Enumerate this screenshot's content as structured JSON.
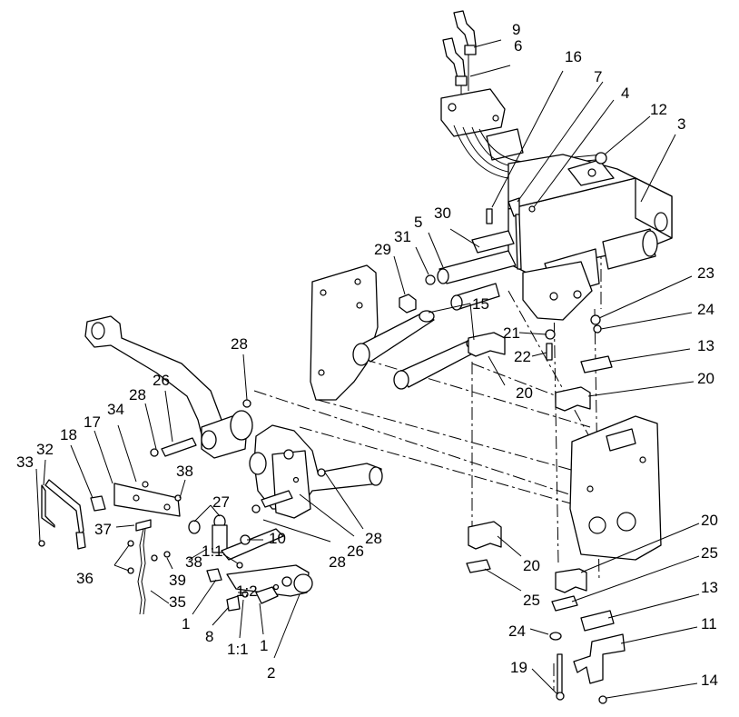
{
  "callouts": [
    {
      "id": "c9",
      "text": "9"
    },
    {
      "id": "c6",
      "text": "6"
    },
    {
      "id": "c16",
      "text": "16"
    },
    {
      "id": "c7",
      "text": "7"
    },
    {
      "id": "c4",
      "text": "4"
    },
    {
      "id": "c12",
      "text": "12"
    },
    {
      "id": "c3",
      "text": "3"
    },
    {
      "id": "c30",
      "text": "30"
    },
    {
      "id": "c5",
      "text": "5"
    },
    {
      "id": "c31",
      "text": "31"
    },
    {
      "id": "c29",
      "text": "29"
    },
    {
      "id": "c15",
      "text": "15"
    },
    {
      "id": "c23",
      "text": "23"
    },
    {
      "id": "c24a",
      "text": "24"
    },
    {
      "id": "c21",
      "text": "21"
    },
    {
      "id": "c22",
      "text": "22"
    },
    {
      "id": "c13a",
      "text": "13"
    },
    {
      "id": "c20a",
      "text": "20"
    },
    {
      "id": "c20b",
      "text": "20"
    },
    {
      "id": "c28a",
      "text": "28"
    },
    {
      "id": "c26a",
      "text": "26"
    },
    {
      "id": "c28b",
      "text": "28"
    },
    {
      "id": "c34",
      "text": "34"
    },
    {
      "id": "c17",
      "text": "17"
    },
    {
      "id": "c18",
      "text": "18"
    },
    {
      "id": "c32",
      "text": "32"
    },
    {
      "id": "c33",
      "text": "33"
    },
    {
      "id": "c38a",
      "text": "38"
    },
    {
      "id": "c27",
      "text": "27"
    },
    {
      "id": "c37",
      "text": "37"
    },
    {
      "id": "c36",
      "text": "36"
    },
    {
      "id": "c35",
      "text": "35"
    },
    {
      "id": "c38b",
      "text": "38"
    },
    {
      "id": "c39",
      "text": "39"
    },
    {
      "id": "c1to1a",
      "text": "1:1"
    },
    {
      "id": "c10",
      "text": "10"
    },
    {
      "id": "c28c",
      "text": "28"
    },
    {
      "id": "c26b",
      "text": "26"
    },
    {
      "id": "c28d",
      "text": "28"
    },
    {
      "id": "c1to2",
      "text": "1:2"
    },
    {
      "id": "c1a",
      "text": "1"
    },
    {
      "id": "c8",
      "text": "8"
    },
    {
      "id": "c1to1b",
      "text": "1:1"
    },
    {
      "id": "c1b",
      "text": "1"
    },
    {
      "id": "c2",
      "text": "2"
    },
    {
      "id": "c20c",
      "text": "20"
    },
    {
      "id": "c25a",
      "text": "25"
    },
    {
      "id": "c20d",
      "text": "20"
    },
    {
      "id": "c25b",
      "text": "25"
    },
    {
      "id": "c13b",
      "text": "13"
    },
    {
      "id": "c24b",
      "text": "24"
    },
    {
      "id": "c11",
      "text": "11"
    },
    {
      "id": "c19",
      "text": "19"
    },
    {
      "id": "c14",
      "text": "14"
    }
  ]
}
